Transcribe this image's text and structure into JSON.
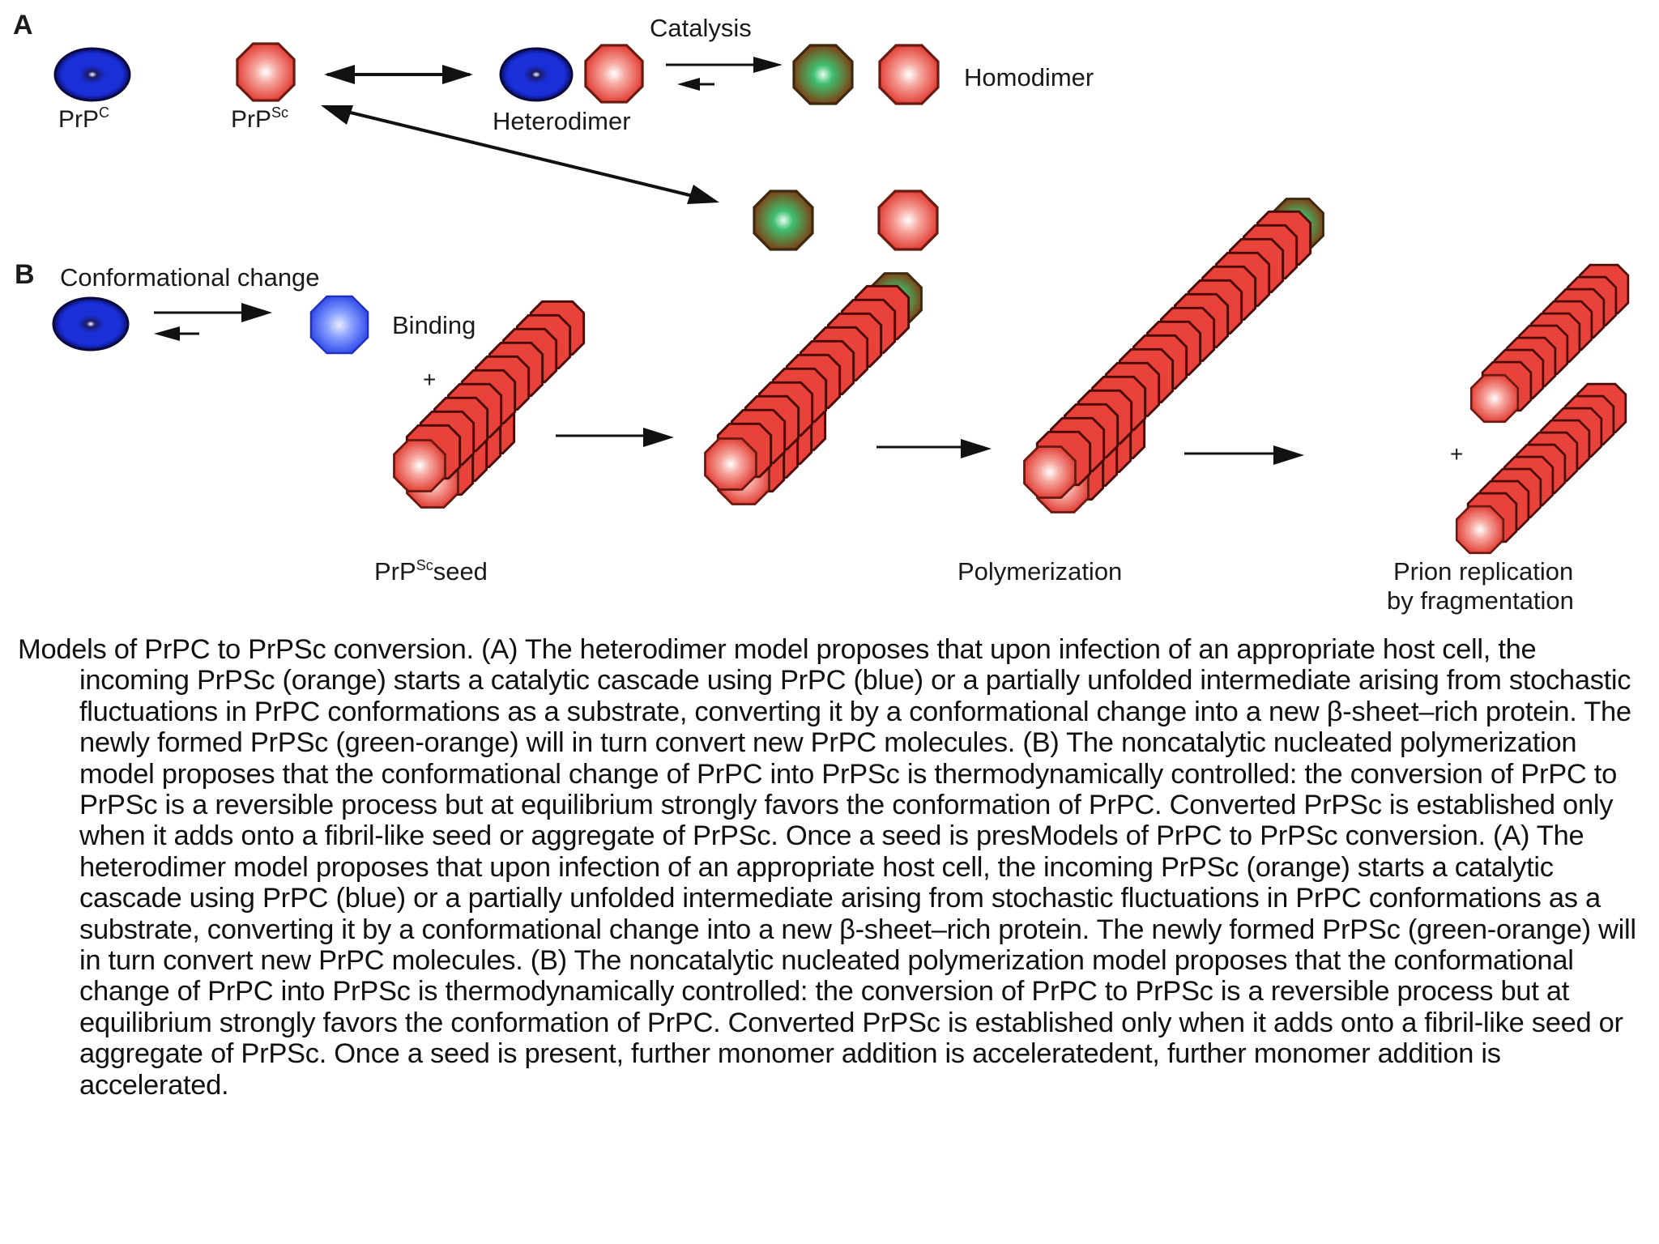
{
  "figure": {
    "panel_a_label": "A",
    "panel_b_label": "B",
    "catalysis_label": "Catalysis",
    "prpc_label_base": "PrP",
    "prpc_label_sup": "C",
    "prpsc_label_base": "PrP",
    "prpsc_label_sup": "Sc",
    "heterodimer_label": "Heterodimer",
    "homodimer_label": "Homodimer",
    "conformational_change_label": "Conformational change",
    "binding_label": "Binding",
    "plus_sign": "+",
    "seed_label_base": "PrP",
    "seed_label_sup": "Sc",
    "seed_label_rest": "seed",
    "polymerization_label": "Polymerization",
    "replication_label_line1": "Prion replication",
    "replication_label_line2": "by fragmentation",
    "colors": {
      "prpc_blue": "#1a2fd8",
      "prpsc_red": "#e8423a",
      "converted_green": "#3a7a3a",
      "arrow": "#111111"
    }
  },
  "caption": "Models of PrPC to PrPSc conversion. (A) The heterodimer model proposes that upon infection of an appropriate host cell, the incoming PrPSc (orange) starts a catalytic cascade using PrPC (blue) or a partially unfolded intermediate arising from stochastic fluctuations in PrPC conformations as a substrate, converting it by a conformational change into a new β-sheet–rich protein. The newly formed PrPSc (green-orange) will in turn convert new PrPC molecules. (B) The noncatalytic nucleated polymerization model proposes that the conformational change of PrPC into PrPSc is thermodynamically controlled: the conversion of PrPC to PrPSc is a reversible process but at equilibrium strongly favors the conformation of PrPC. Converted PrPSc is established only when it adds onto a fibril-like seed or aggregate of PrPSc. Once a seed is presModels of PrPC to PrPSc conversion. (A) The heterodimer model proposes that upon infection of an appropriate host cell, the incoming PrPSc (orange) starts a catalytic cascade using PrPC (blue) or a partially unfolded intermediate arising from stochastic fluctuations in PrPC conformations as a substrate, converting it by a conformational change into a new β-sheet–rich protein. The newly formed PrPSc (green-orange) will in turn convert new PrPC molecules. (B) The noncatalytic nucleated polymerization model proposes that the conformational change of PrPC into PrPSc is thermodynamically controlled: the conversion of PrPC to PrPSc is a reversible process but at equilibrium strongly favors the conformation of PrPC. Converted PrPSc is established only when it adds onto a fibril-like seed or aggregate of PrPSc. Once a seed is present, further monomer addition is acceleratedent, further monomer addition is accelerated."
}
